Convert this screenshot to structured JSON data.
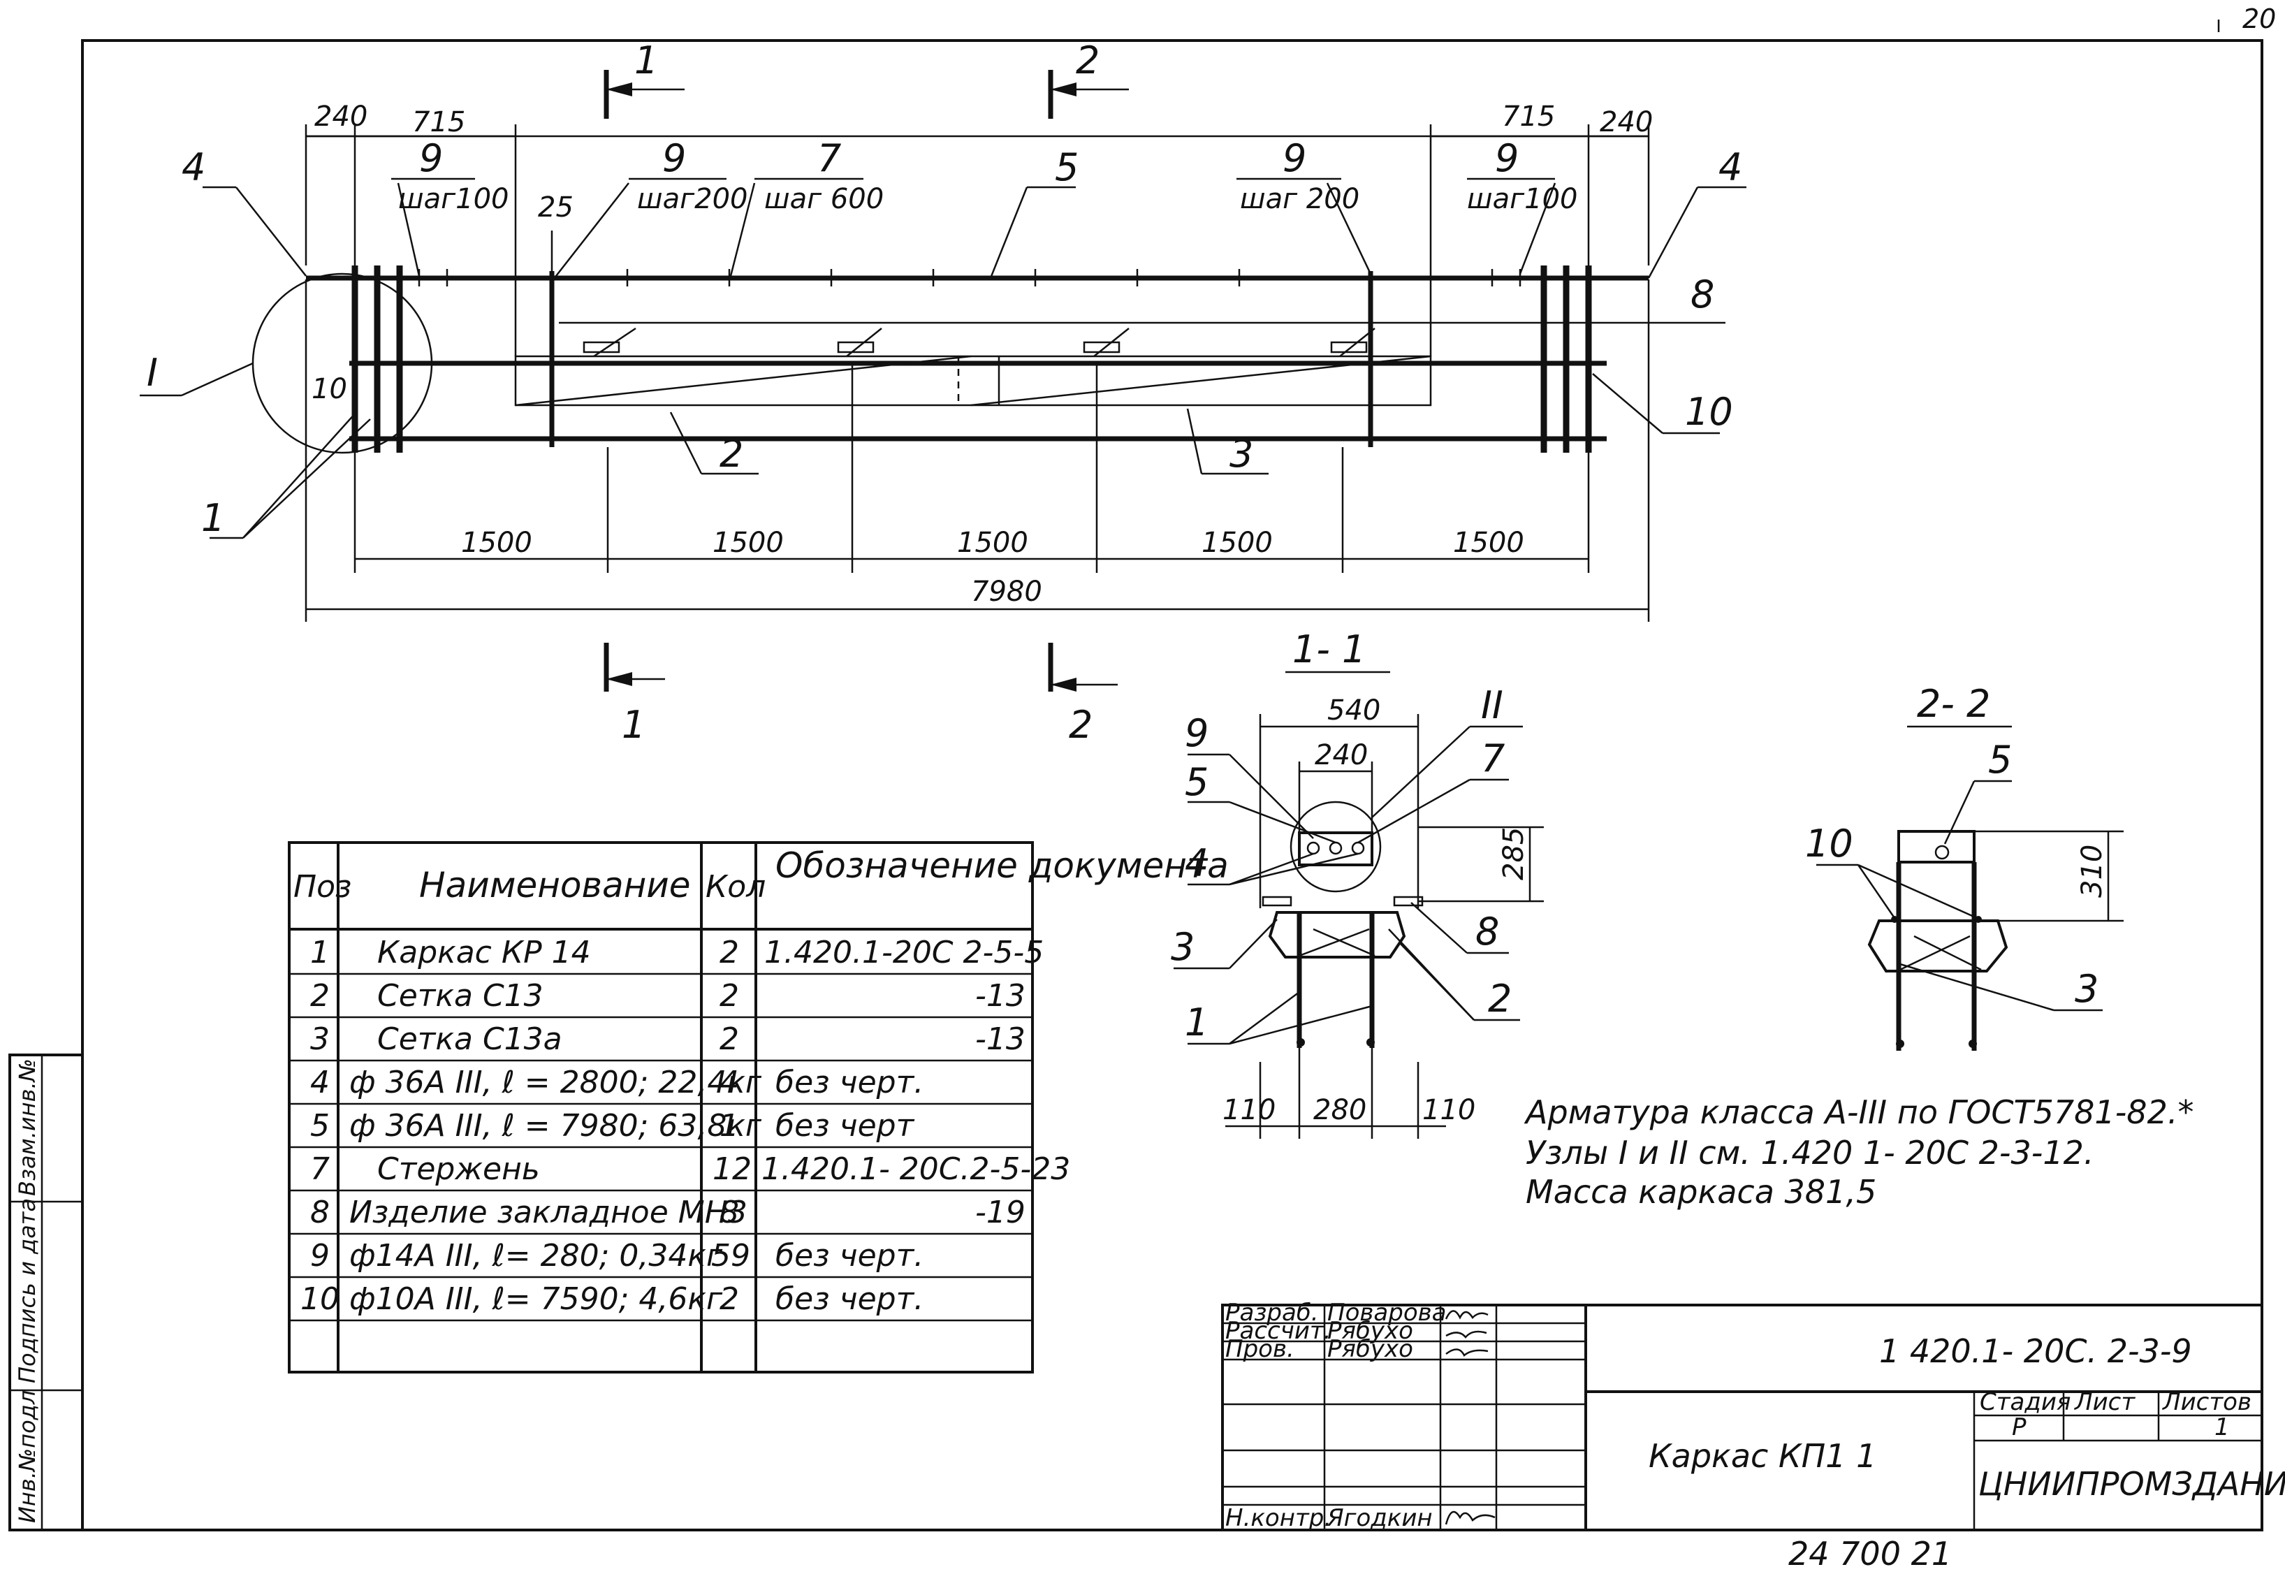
{
  "sheet_corner": "20",
  "bottom_ref": "24 700   21",
  "plan": {
    "dims_top": [
      "240",
      "715",
      "715",
      "240"
    ],
    "dim_25": "25",
    "labels": {
      "pos4_left": "4",
      "pos4_right": "4",
      "pos9_a": "9",
      "pos9_a_note": "шаг100",
      "pos9_b": "9",
      "pos9_b_note": "шаг200",
      "pos7": "7",
      "pos7_note": "шаг 600",
      "pos5": "5",
      "pos9_c": "9",
      "pos9_c_note": "шаг 200",
      "pos9_d": "9",
      "pos9_d_note": "шаг100",
      "pos8": "8",
      "pos10": "10",
      "pos2": "2",
      "pos3": "3",
      "pos1": "1",
      "node1": "I",
      "dim_10": "10"
    },
    "dims_bottom": [
      "1500",
      "1500",
      "1500",
      "1500",
      "1500"
    ],
    "overall": "7980",
    "section_marks": [
      {
        "id": "1",
        "pos": "top"
      },
      {
        "id": "2",
        "pos": "top"
      },
      {
        "id": "1",
        "pos": "bottom"
      },
      {
        "id": "2",
        "pos": "bottom"
      }
    ]
  },
  "section11": {
    "title": "1- 1",
    "dim_540": "540",
    "dim_240": "240",
    "dim_285": "285",
    "dim_110a": "110",
    "dim_280": "280",
    "dim_110b": "110",
    "node2": "II",
    "labels": {
      "p9": "9",
      "p5": "5",
      "p4": "4",
      "p3": "3",
      "p1": "1",
      "p7": "7",
      "p8": "8",
      "p2": "2"
    }
  },
  "section22": {
    "title": "2- 2",
    "dim_310": "310",
    "labels": {
      "p5": "5",
      "p10": "10",
      "p3": "3"
    }
  },
  "spec_table": {
    "headers": [
      "Поз",
      "Наименование",
      "Кол",
      "Обозначение документа"
    ],
    "rows": [
      [
        "1",
        "Каркас  КР 14",
        "2",
        "1.420.1-20С 2-5-5"
      ],
      [
        "2",
        "Сетка  С13",
        "2",
        "-13"
      ],
      [
        "3",
        "Сетка   С13а",
        "2",
        "-13"
      ],
      [
        "4",
        "ф 36А III, ℓ = 2800; 22,4кг",
        "4",
        "без  черт."
      ],
      [
        "5",
        "ф 36А III, ℓ = 7980; 63,8кг",
        "1",
        "без  черт"
      ],
      [
        "7",
        "Стержень",
        "12",
        "1.420.1- 20С.2-5-23"
      ],
      [
        "8",
        "Изделие закладное МН3",
        "8",
        "-19"
      ],
      [
        "9",
        "ф14А III, ℓ= 280;  0,34кг",
        "59",
        "без  черт."
      ],
      [
        "10",
        "ф10А III, ℓ= 7590;  4,6кг",
        "2",
        "без  черт."
      ],
      [
        "",
        "",
        "",
        ""
      ]
    ]
  },
  "notes": [
    "Арматура  класса  А-III  по  ГОСТ5781-82.*",
    "Узлы  I  и  II см. 1.420 1- 20С  2-3-12.",
    "Масса  каркаса  381,5"
  ],
  "left_strip": [
    "Инв.№подл",
    "Подпись и дата",
    "Взам.инв.№"
  ],
  "title_block": {
    "doc_code": "1 420.1- 20С. 2-3-9",
    "title": "Каркас  КП1 1",
    "org": "ЦНИИПРОМЗДАНИЙ",
    "stage_header": "Стадия",
    "sheet_header": "Лист",
    "sheets_header": "Листов",
    "stage": "Р",
    "sheets": "1",
    "people": [
      {
        "role": "Разраб.",
        "name": "Поварова"
      },
      {
        "role": "Рассчит.",
        "name": "Рябухо"
      },
      {
        "role": "Пров.",
        "name": "Рябухо"
      },
      {
        "role": "",
        "name": ""
      },
      {
        "role": "",
        "name": ""
      },
      {
        "role": "",
        "name": ""
      },
      {
        "role": "Н.контр.",
        "name": "Ягодкин"
      }
    ]
  }
}
